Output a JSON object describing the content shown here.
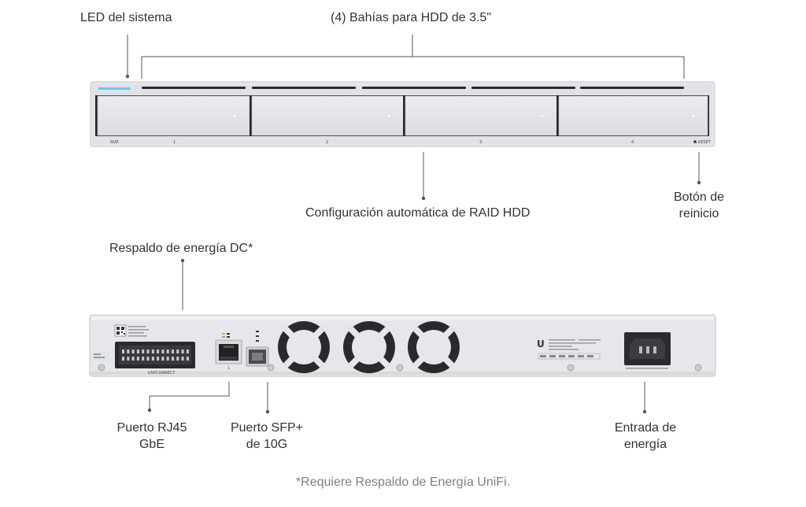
{
  "front": {
    "label_led": "LED del sistema",
    "label_bays": "(4) Bahías para HDD de 3.5\"",
    "label_raid": "Configuración automática de RAID HDD",
    "label_reset_line1": "Botón de",
    "label_reset_line2": "reinicio",
    "panel_text": "NVR",
    "reset_text": "RESET",
    "bay_numbers": [
      "1",
      "2",
      "3",
      "4"
    ]
  },
  "rear": {
    "label_dc_backup": "Respaldo de energía DC*",
    "label_rj45_line1": "Puerto RJ45",
    "label_rj45_line2": "GbE",
    "label_sfp_line1": "Puerto SFP+",
    "label_sfp_line2": "de 10G",
    "label_power_line1": "Entrada de",
    "label_power_line2": "energía",
    "dc_connector_text": "USPCONNECT",
    "port_number": "1"
  },
  "footnote": "*Requiere Respaldo de Energía UniFi.",
  "colors": {
    "text": "#333333",
    "footnote": "#808080",
    "chassis": "#e4e5e8",
    "led": "#6fc8f2",
    "leader_line": "#555555"
  }
}
